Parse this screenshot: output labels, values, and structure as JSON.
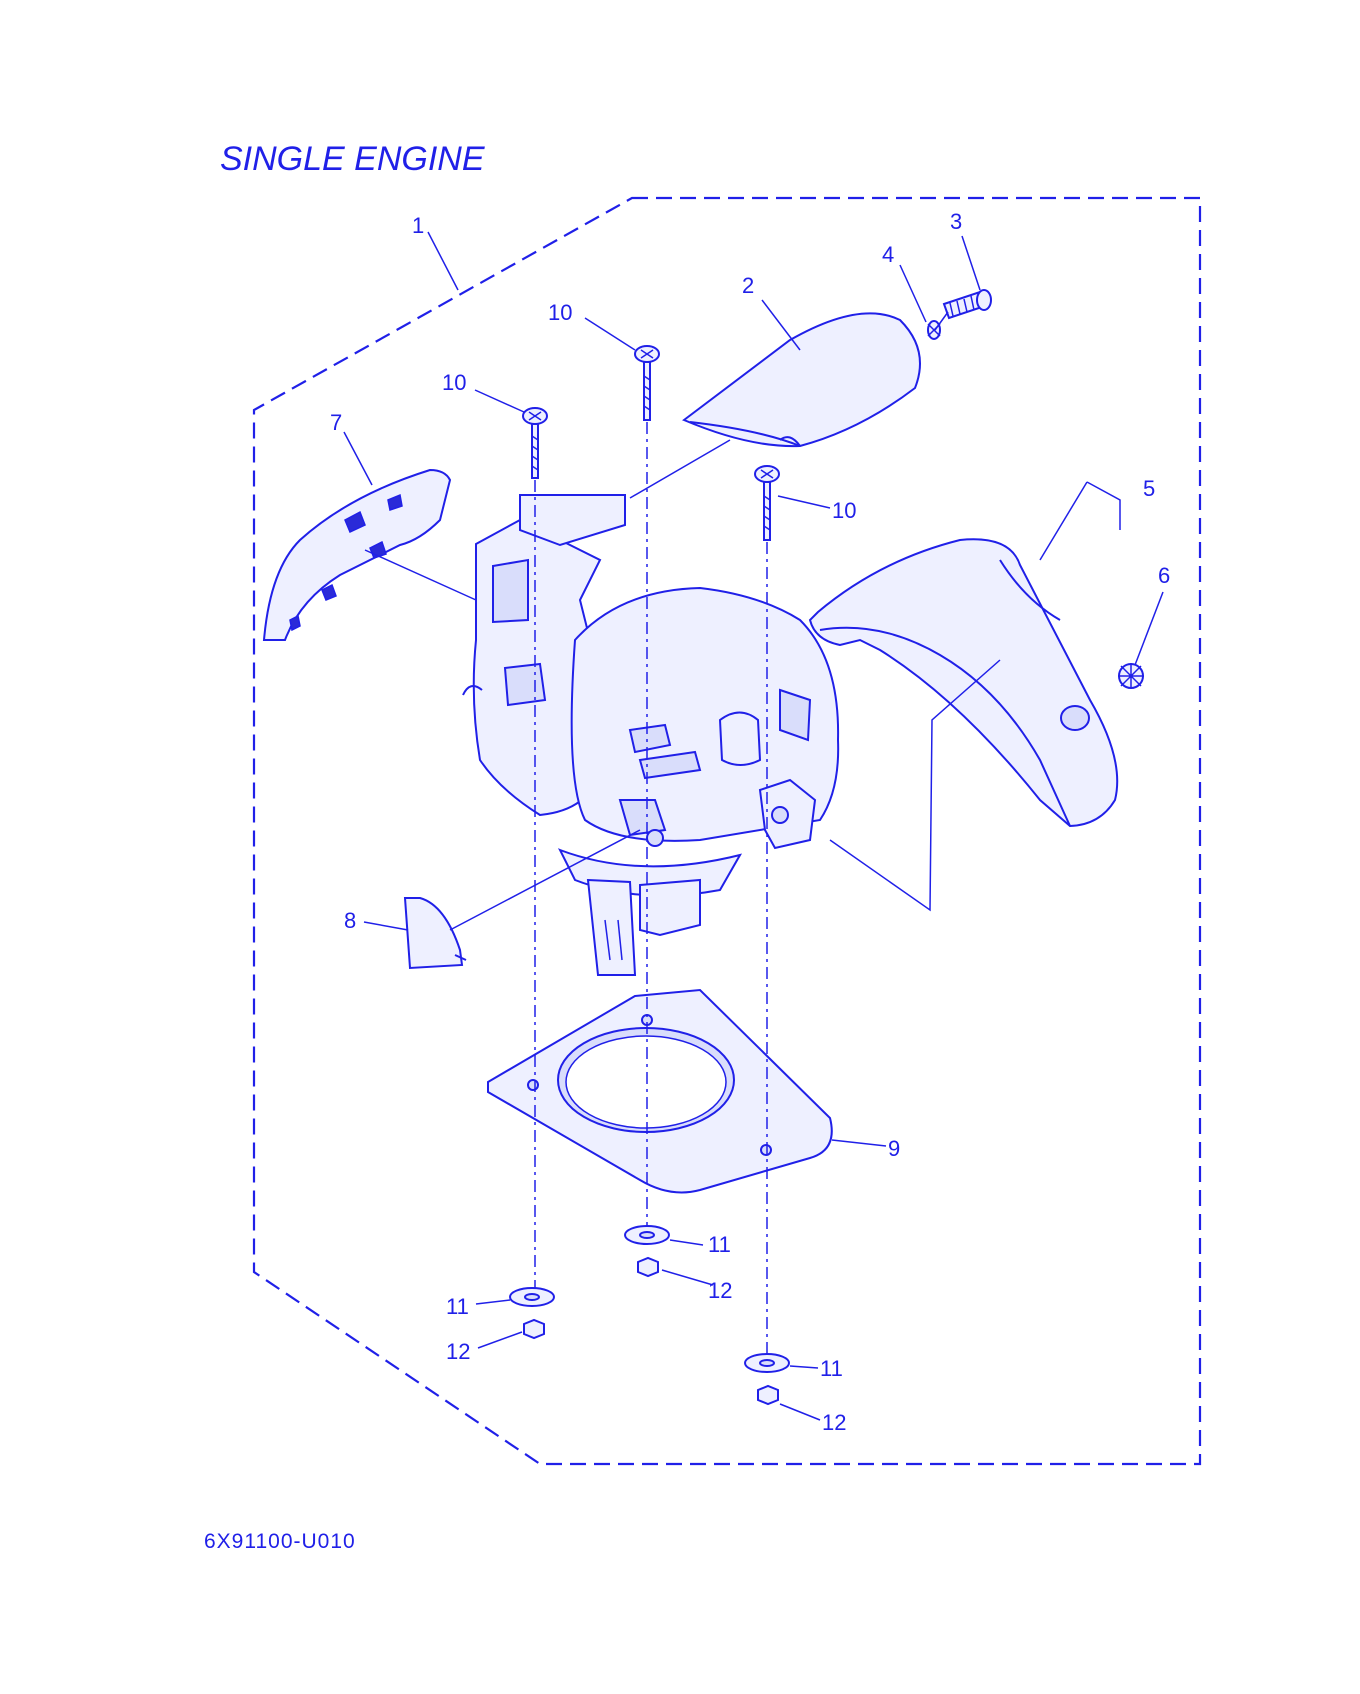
{
  "title": "SINGLE ENGINE",
  "diagram_code": "6X91100-U010",
  "callouts": {
    "c1": "1",
    "c2": "2",
    "c3": "3",
    "c4": "4",
    "c5": "5",
    "c6": "6",
    "c7": "7",
    "c8": "8",
    "c9": "9",
    "c10a": "10",
    "c10b": "10",
    "c10c": "10",
    "c11a": "11",
    "c11b": "11",
    "c11c": "11",
    "c12a": "12",
    "c12b": "12",
    "c12c": "12"
  },
  "colors": {
    "line": "#2020e8",
    "background": "#ffffff"
  }
}
